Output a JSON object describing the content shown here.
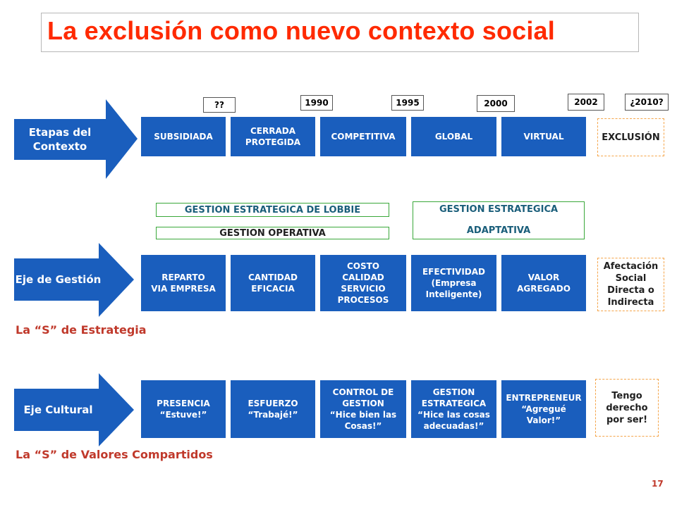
{
  "title": "La exclusión como nuevo contexto social",
  "rows": {
    "contexto": {
      "label": "Etapas del\nContexto",
      "stages": [
        "SUBSIDIADA",
        "CERRADA\nPROTEGIDA",
        "COMPETITIVA",
        "GLOBAL",
        "VIRTUAL"
      ],
      "extra": "EXCLUSIÓN",
      "years": [
        "??",
        "1990",
        "1995",
        "2000",
        "2002",
        "¿2010?"
      ]
    },
    "gestion": {
      "label": "Eje de Gestión",
      "boxes": [
        "REPARTO\nVIA EMPRESA",
        "CANTIDAD\nEFICACIA",
        "COSTO\nCALIDAD\nSERVICIO\nPROCESOS",
        "EFECTIVIDAD\n(Empresa\nInteligente)",
        "VALOR\nAGREGADO"
      ],
      "extra": "Afectación\nSocial\nDirecta o\nIndirecta",
      "bands": {
        "lobbie": "GESTION ESTRATEGICA DE LOBBIE",
        "operativa": "GESTION OPERATIVA",
        "adaptativa": "GESTION ESTRATEGICA\nADAPTATIVA"
      },
      "caption": "La “S” de Estrategia"
    },
    "cultural": {
      "label": "Eje Cultural",
      "boxes": [
        "PRESENCIA\n“Estuve!”",
        "ESFUERZO\n“Trabajé!”",
        "CONTROL DE\nGESTION\n“Hice bien las\nCosas!”",
        "GESTION\nESTRATEGICA\n“Hice las cosas\nadecuadas!”",
        "ENTREPRENEUR\n“Agregué\nValor!”"
      ],
      "extra": "Tengo\nderecho\npor ser!",
      "caption": "La “S” de Valores Compartidos"
    }
  },
  "page_number": "17",
  "colors": {
    "title": "#ff2a00",
    "box_blue": "#1a5ebd",
    "arrow_blue": "#1a5ebd",
    "caption": "#c0392b",
    "dashed_border": "#f5a54a",
    "green_border": "#3aa83a"
  }
}
